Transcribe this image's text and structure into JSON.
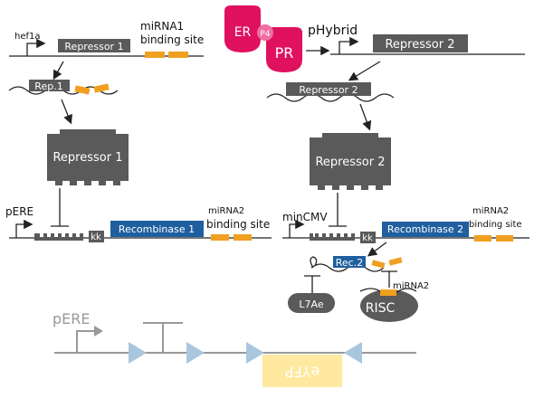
{
  "labels": {
    "hef1a": "hef1a",
    "repressor1": "Repressor 1",
    "mirna1_line1": "miRNA1",
    "mirna1_line2": "binding site",
    "rep1_short": "Rep.1",
    "repressor1_protein": "Repressor 1",
    "pere": "pERE",
    "kk": "kk",
    "recombinase1": "Recombinase 1",
    "mirna2_line1": "miRNA2",
    "mirna2_line2": "binding site",
    "er": "ER",
    "p4": "P4",
    "pr": "PR",
    "phybrid": "pHybrid",
    "repressor2": "Repressor 2",
    "repressor2_mrna": "Repressor 2",
    "repressor2_protein": "Repressor 2",
    "mincmv": "minCMV",
    "kk2": "kk",
    "recombinase2": "Recombinase 2",
    "mirna2b_line1": "miRNA2",
    "mirna2b_line2": "binding site",
    "rec2_short": "Rec.2",
    "mirna2_small": "miRNA2",
    "l7ae": "L7Ae",
    "risc": "RISC",
    "pere_bottom": "pERE",
    "eyfp": "eYFP"
  },
  "colors": {
    "dark_grey": "#5a5a5a",
    "recombinase_blue": "#1f5f9f",
    "mirna_orange": "#f0a020",
    "er_magenta": "#e0115f",
    "p4_pink": "#ef6fa0",
    "lox_blue": "#a9c6df",
    "eyfp_yellow": "#ffe9a0",
    "bottom_grey": "#999999"
  }
}
